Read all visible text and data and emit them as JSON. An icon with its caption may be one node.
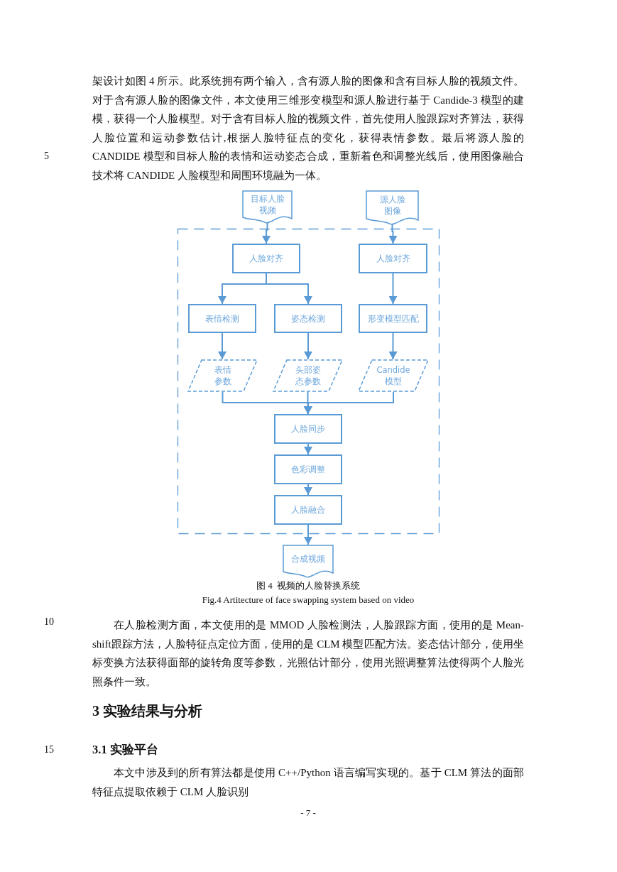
{
  "diagram": {
    "nodes": [
      {
        "text": [
          "目标人脸视频"
        ]
      },
      {
        "text": [
          "源人脸图像"
        ]
      },
      {
        "text": [],
        "shape": "box"
      },
      {
        "text": [
          "人脸对齐"
        ],
        "in": 2
      },
      {
        "text": [
          "人脸对齐"
        ],
        "in": 2
      },
      {
        "text": [
          "表情检测"
        ],
        "in": 2
      },
      {
        "text": [
          "姿态检测"
        ],
        "in": 2
      },
      {
        "text": [
          "形变模型匹配"
        ],
        "in": 2
      },
      {
        "text": [
          "表情参数"
        ],
        "in": 2
      },
      {
        "text": [
          "头部姿态参数"
        ],
        "in": 2
      },
      {
        "text": [
          "Candide模型"
        ],
        "in": 2
      },
      {
        "text": [
          "人脸同步"
        ],
        "in": 2
      },
      {
        "text": [
          "色彩调整"
        ],
        "in": 2
      },
      {
        "text": [
          "人脸融合"
        ],
        "in": 2
      },
      {
        "text": [
          "合成视频"
        ]
      }
    ],
    "edges": [
      {
        "from": 0,
        "to": 3,
        "arrow": "to"
      },
      {
        "from": 1,
        "to": 4,
        "arrow": "to"
      },
      {
        "from": 3,
        "to": 5,
        "arrow": "to"
      },
      {
        "from": 3,
        "to": 6,
        "arrow": "to"
      },
      {
        "from": 4,
        "to": 7,
        "arrow": "to"
      },
      {
        "from": 5,
        "to": 8,
        "arrow": "to"
      },
      {
        "from": 6,
        "to": 9,
        "arrow": "to"
      },
      {
        "from": 7,
        "to": 10,
        "arrow": "to"
      },
      {
        "from": 8,
        "to": 11,
        "arrow": "to"
      },
      {
        "from": 9,
        "to": 11,
        "arrow": "to"
      },
      {
        "from": 10,
        "to": 11,
        "arrow": "to"
      },
      {
        "from": 11,
        "to": 12,
        "arrow": "to"
      },
      {
        "from": 12,
        "to": 13,
        "arrow": "to"
      },
      {
        "from": 13,
        "to": 14,
        "arrow": "to"
      }
    ],
    "labels": [
      "架设计如图 4 所示。此系统拥有两个输入，含有源人脸的图像和含有目标人脸的视频文件。对于含有源人脸的图像文件，本文使用三维形变模型和源人脸进行基于 Candide-3 模型的建模，获得一个人脸模型。对于含有目标人脸的视频文件，首先使用人脸跟踪对齐算法，获得人脸位置和运动参数估计,根据人脸特征点的变化，获得表情参数。最后将源人脸的CANDIDE 模型和目标人脸的表情和运动姿态合成，重新着色和调整光线后，使用图像融合技术将 CANDIDE 人脸模型和周围环境融为一体。",
      "5",
      "图 4  视频的人脸替换系统",
      "Fig.4 Artitecture of face swapping system based on video",
      "10",
      "在人脸检测方面，本文使用的是 MMOD 人脸检测法，人脸跟踪方面，使用的是 Mean-shift跟踪方法，人脸特征点定位方面，使用的是 CLM 模型匹配方法。姿态估计部分，使用坐标变换方法获得面部的旋转角度等参数，光照估计部分，使用光照调整算法使得两个人脸光照条件一致。",
      "3 实验结果与分析",
      "15",
      "3.1 实验平台",
      "本文中涉及到的所有算法都是使用 C++/Python 语言编写实现的。基于 CLM 算法的面部特征点提取依赖于 CLM 人脸识别",
      "- 7 -"
    ]
  }
}
